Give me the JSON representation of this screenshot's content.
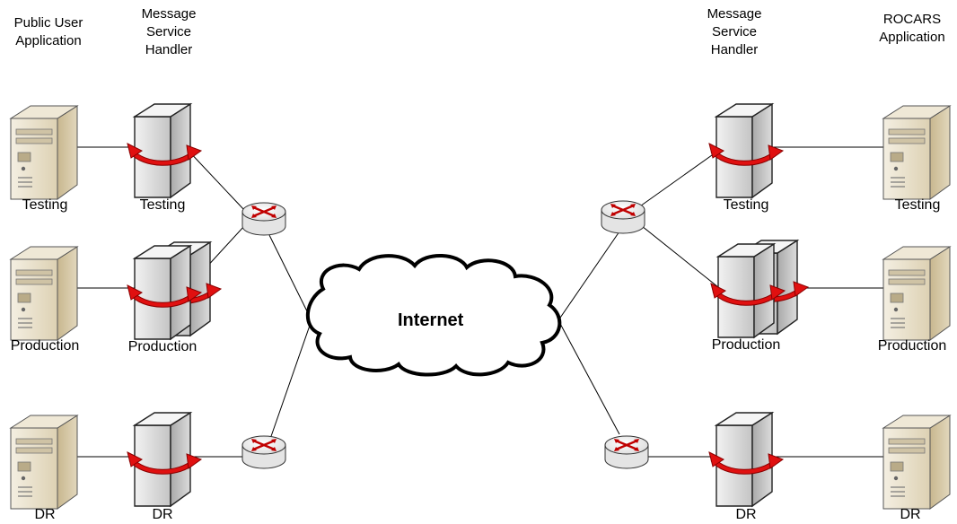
{
  "headers": {
    "public_app": [
      "Public User",
      "Application"
    ],
    "msh_left": [
      "Message",
      "Service",
      "Handler"
    ],
    "msh_right": [
      "Message",
      "Service",
      "Handler"
    ],
    "rocars_app": [
      "ROCARS",
      "Application"
    ]
  },
  "cloud": {
    "label": "Internet"
  },
  "labels": {
    "left_app_testing": "Testing",
    "left_app_production": "Production",
    "left_app_dr": "DR",
    "left_msh_testing": "Testing",
    "left_msh_production": "Production",
    "left_msh_dr": "DR",
    "right_msh_testing": "Testing",
    "right_msh_production": "Production",
    "right_msh_dr": "DR",
    "right_app_testing": "Testing",
    "right_app_production": "Production",
    "right_app_dr": "DR"
  },
  "colors": {
    "server_beige": "#e9e0c8",
    "server_beige_dark": "#c9b995",
    "tower_gray": "#d4d4d4",
    "arrow_red": "#e01010",
    "line": "#000000"
  }
}
